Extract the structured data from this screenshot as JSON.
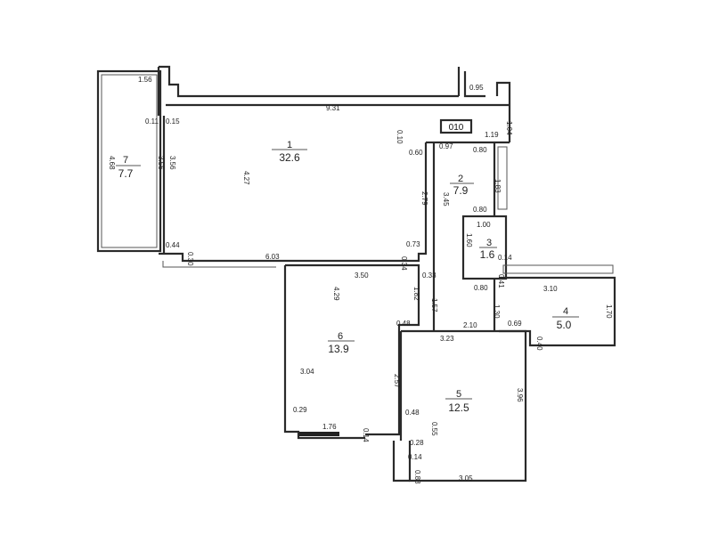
{
  "plan": {
    "code": "010",
    "rooms": [
      {
        "number": "1",
        "area": "32.6"
      },
      {
        "number": "2",
        "area": "7.9"
      },
      {
        "number": "3",
        "area": "1.6"
      },
      {
        "number": "4",
        "area": "5.0"
      },
      {
        "number": "5",
        "area": "12.5"
      },
      {
        "number": "6",
        "area": "13.9"
      },
      {
        "number": "7",
        "area": "7.7"
      }
    ],
    "dimensions": [
      "1.56",
      "9.31",
      "0.11",
      "0.15",
      "4.68",
      "3.56",
      "3.56",
      "4.27",
      "0.10",
      "0.60",
      "2.79",
      "3.45",
      "0.44",
      "0.30",
      "6.03",
      "0.34",
      "0.73",
      "0.95",
      "1.04",
      "1.19",
      "0.97",
      "0.80",
      "1.83",
      "0.80",
      "1.00",
      "1.60",
      "0.14",
      "0.41",
      "3.50",
      "4.29",
      "1.82",
      "0.33",
      "1.57",
      "0.80",
      "1.30",
      "3.10",
      "1.70",
      "0.48",
      "2.10",
      "0.69",
      "0.40",
      "3.23",
      "3.04",
      "2.57",
      "3.96",
      "0.29",
      "0.48",
      "0.55",
      "1.76",
      "0.14",
      "0.28",
      "0.14",
      "0.88",
      "3.05"
    ]
  }
}
